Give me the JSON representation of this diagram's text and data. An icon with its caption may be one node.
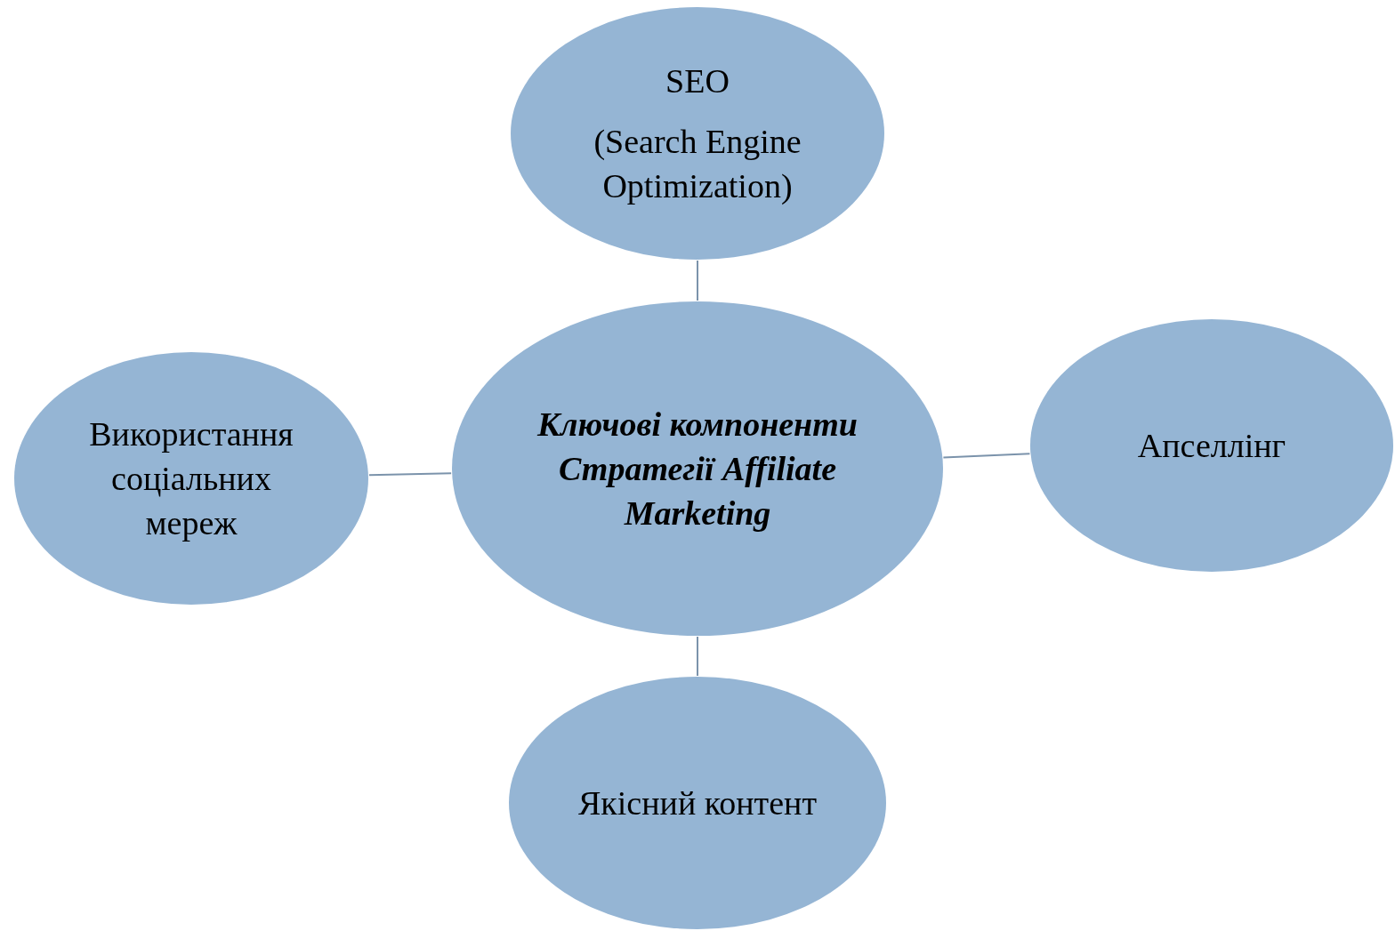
{
  "diagram": {
    "nodes": [
      {
        "text": [
          "SEO",
          "(Search Engine Optimization)"
        ]
      },
      {
        "text": [
          "Використання соціальних мереж"
        ]
      },
      {
        "text": [
          "Ключові компоненти Стратегії Affiliate Marketing"
        ]
      },
      {
        "text": [
          "Апселлінг"
        ]
      },
      {
        "text": [
          "Якісний контент"
        ]
      }
    ],
    "edges": [
      {
        "from": 2,
        "to": 0,
        "arrow": "none"
      },
      {
        "from": 2,
        "to": 1,
        "arrow": "none"
      },
      {
        "from": 2,
        "to": 3,
        "arrow": "none"
      },
      {
        "from": 2,
        "to": 4,
        "arrow": "none"
      }
    ]
  }
}
